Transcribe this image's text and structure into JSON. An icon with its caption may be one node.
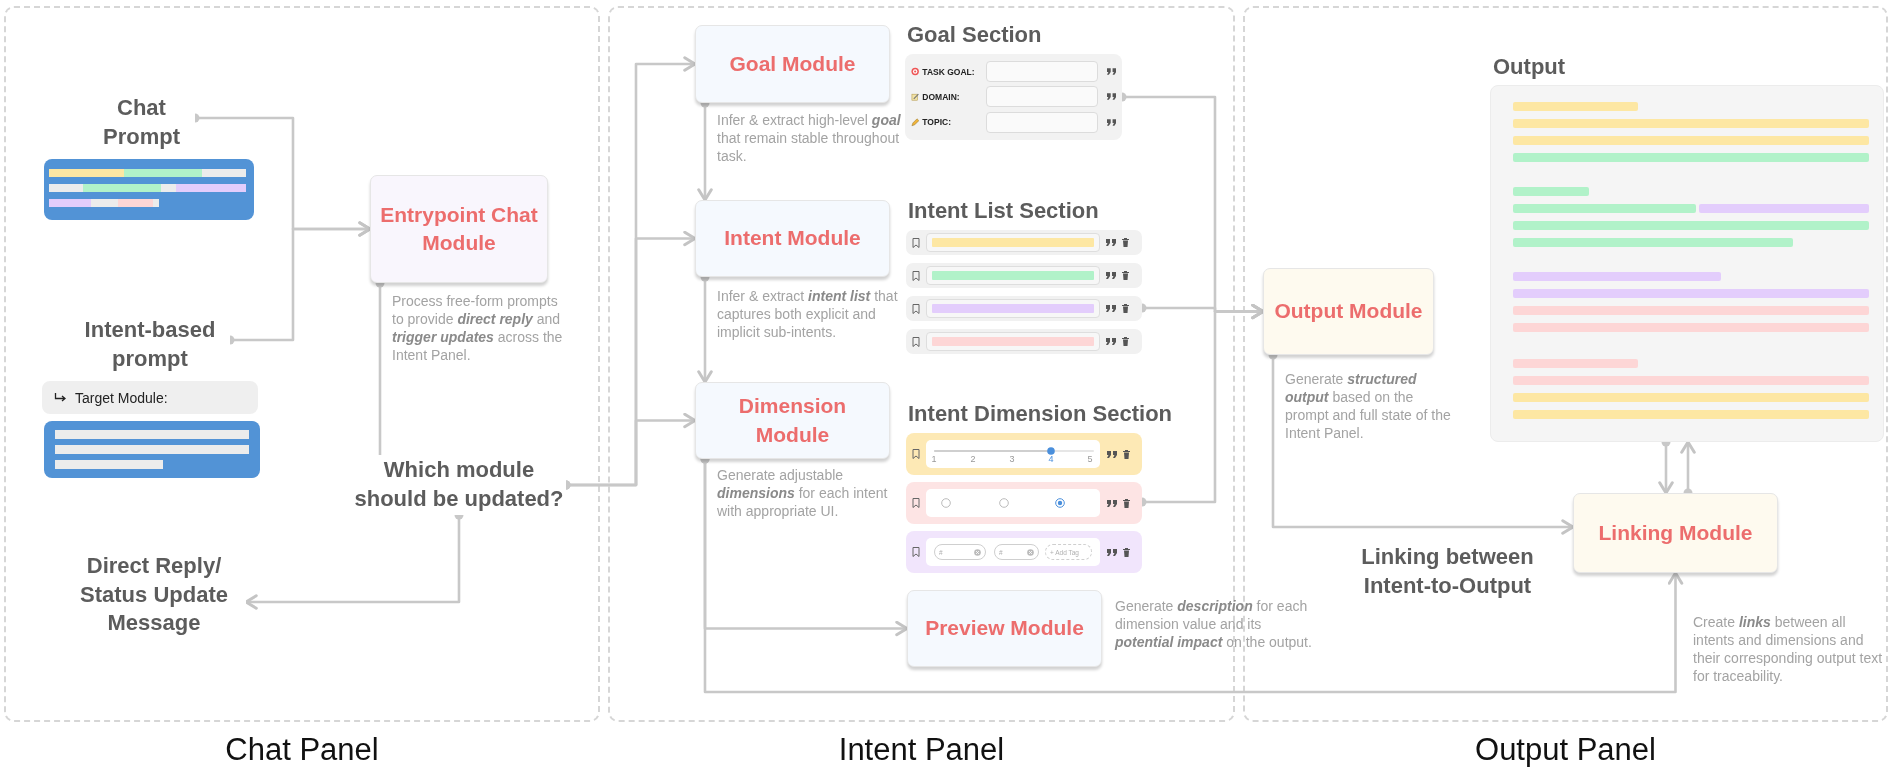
{
  "diagram": {
    "nodes": [
      {
        "text": [
          "Chat Panel"
        ]
      },
      {
        "text": [
          "Intent Panel"
        ]
      },
      {
        "text": [
          "Output Panel"
        ]
      },
      {
        "text": [
          "Chat Prompt"
        ],
        "in": 0
      },
      {
        "text": [
          "Intent-based prompt"
        ],
        "in": 0
      },
      {
        "text": [
          "Target Module:"
        ],
        "in": 0
      },
      {
        "text": [
          "Entrypoint Chat Module"
        ],
        "in": 0,
        "beside": [
          "Process free-form prompts to provide **direct reply** and **trigger updates** across the Intent Panel."
        ]
      },
      {
        "text": [
          "Which module should be updated?"
        ],
        "in": 0
      },
      {
        "text": [
          "Direct Reply/ Status Update Message"
        ],
        "in": 0
      },
      {
        "text": [
          "Goal Module"
        ],
        "in": 1,
        "beside": [
          "Infer & extract high-level **goal** that remain stable throughout task."
        ]
      },
      {
        "text": [
          "Goal Section"
        ],
        "in": 1
      },
      {
        "text": [
          "Intent Module"
        ],
        "in": 1,
        "beside": [
          "Infer & extract **intent list** that captures both explicit and implicit sub-intents."
        ]
      },
      {
        "text": [
          "Intent List Section"
        ],
        "in": 1
      },
      {
        "text": [
          "Dimension Module"
        ],
        "in": 1,
        "beside": [
          "Generate adjustable **dimensions** for each intent with appropriate UI."
        ]
      },
      {
        "text": [
          "Intent Dimension Section"
        ],
        "in": 1
      },
      {
        "text": [
          "Preview Module"
        ],
        "in": 1,
        "beside": [
          "Generate **description** for each dimension value and its **potential impact** on the output."
        ]
      },
      {
        "text": [
          "Output Module"
        ],
        "in": 2,
        "beside": [
          "Generate **structured output** based on the prompt and full state of the Intent Panel."
        ]
      },
      {
        "text": [
          "Output"
        ],
        "in": 2
      },
      {
        "text": [
          "Linking Module"
        ],
        "in": 2,
        "beside": [
          "Create **links** between all intents and dimensions and their corresponding output text for traceability."
        ]
      }
    ],
    "edges": [
      {
        "from": 3,
        "to": 6,
        "arrow": "to"
      },
      {
        "from": 4,
        "to": 6,
        "arrow": "to"
      },
      {
        "from": 6,
        "to": 7,
        "arrow": "other"
      },
      {
        "from": 7,
        "to": 8,
        "arrow": "to"
      },
      {
        "from": 7,
        "to": 9,
        "arrow": "to"
      },
      {
        "from": 7,
        "to": 11,
        "arrow": "to"
      },
      {
        "from": 7,
        "to": 13,
        "arrow": "to"
      },
      {
        "from": 9,
        "to": 11,
        "arrow": "to"
      },
      {
        "from": 11,
        "to": 13,
        "arrow": "to"
      },
      {
        "from": 13,
        "to": 15,
        "arrow": "to"
      },
      {
        "from": 13,
        "to": 18,
        "arrow": "to"
      },
      {
        "from": 10,
        "to": 16,
        "arrow": "to"
      },
      {
        "from": 12,
        "to": 16,
        "arrow": "to"
      },
      {
        "from": 14,
        "to": 16,
        "arrow": "to"
      },
      {
        "from": 16,
        "to": 18,
        "arrow": "to"
      },
      {
        "from": 17,
        "to": 18,
        "arrow": "to"
      },
      {
        "from": 18,
        "to": 17,
        "arrow": "to"
      }
    ],
    "labels": [
      "TASK GOAL:",
      "DOMAIN:",
      "TOPIC:",
      "1",
      "2",
      "3",
      "4",
      "5",
      "#",
      "#",
      "+ Add Tag",
      "Linking between Intent-to-Output"
    ]
  }
}
